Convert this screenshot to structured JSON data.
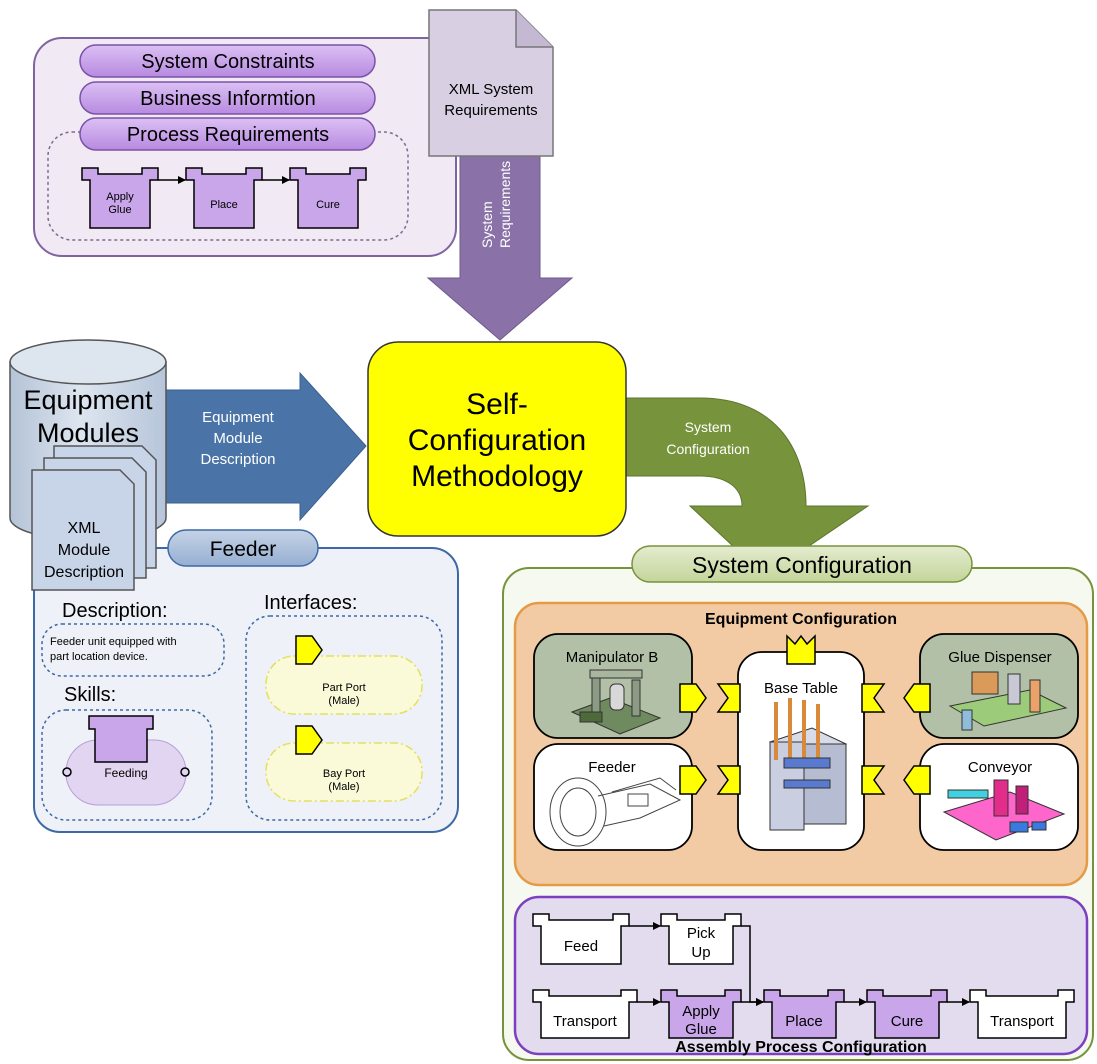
{
  "requirements": {
    "system_constraints": "System Constraints",
    "business_information": "Business Informtion",
    "process_requirements": "Process Requirements",
    "steps": [
      {
        "line1": "Apply",
        "line2": "Glue"
      },
      {
        "line1": "Place",
        "line2": ""
      },
      {
        "line1": "Cure",
        "line2": ""
      }
    ]
  },
  "xml_requirements_doc": {
    "line1": "XML System",
    "line2": "Requirements"
  },
  "system_requirements_arrow": {
    "line1": "System",
    "line2": "Requirements"
  },
  "methodology": {
    "line1": "Self-",
    "line2": "Configuration",
    "line3": "Methodology"
  },
  "equipment_db": {
    "line1": "Equipment",
    "line2": "Modules"
  },
  "module_description_arrow": {
    "line1": "Equipment",
    "line2": "Module",
    "line3": "Description"
  },
  "xml_module_doc": {
    "line1": "XML",
    "line2": "Module",
    "line3": "Description"
  },
  "system_configuration_arrow": {
    "line1": "System",
    "line2": "Configuration"
  },
  "feeder_module": {
    "title": "Feeder",
    "description_heading": "Description:",
    "description_line1": "Feeder unit equipped with",
    "description_line2": "part location device.",
    "skills_heading": "Skills:",
    "skill": "Feeding",
    "interfaces_heading": "Interfaces:",
    "interfaces": [
      {
        "line1": "Part Port",
        "line2": "(Male)"
      },
      {
        "line1": "Bay Port",
        "line2": "(Male)"
      }
    ]
  },
  "system_configuration": {
    "title": "System Configuration",
    "equipment_configuration": {
      "title": "Equipment Configuration",
      "modules": {
        "manipulator": "Manipulator B",
        "glue_dispenser": "Glue Dispenser",
        "base_table": "Base Table",
        "feeder": "Feeder",
        "conveyor": "Conveyor"
      }
    },
    "assembly_process": {
      "title": "Assembly Process Configuration",
      "steps": {
        "feed": "Feed",
        "pick_up_1": "Pick",
        "pick_up_2": "Up",
        "transport_1": "Transport",
        "apply_glue_1": "Apply",
        "apply_glue_2": "Glue",
        "place": "Place",
        "cure": "Cure",
        "transport_2": "Transport"
      }
    }
  },
  "colors": {
    "purple_light": "#f0e8f2",
    "purple_border": "#8064a2",
    "purple_fill": "#c9a6ea",
    "purple_arrow": "#8a72a8",
    "blue_arrow": "#4a74a8",
    "green_arrow": "#77933c",
    "yellow": "#ffff00",
    "orange_panel": "#f2caa4",
    "orange_border": "#e59a45",
    "lavender_panel": "#e3dcee",
    "violet_border": "#7b3fbf",
    "green_panel_border": "#77933c",
    "blue_panel": "#eef1f7",
    "blue_border": "#3d69a6"
  }
}
